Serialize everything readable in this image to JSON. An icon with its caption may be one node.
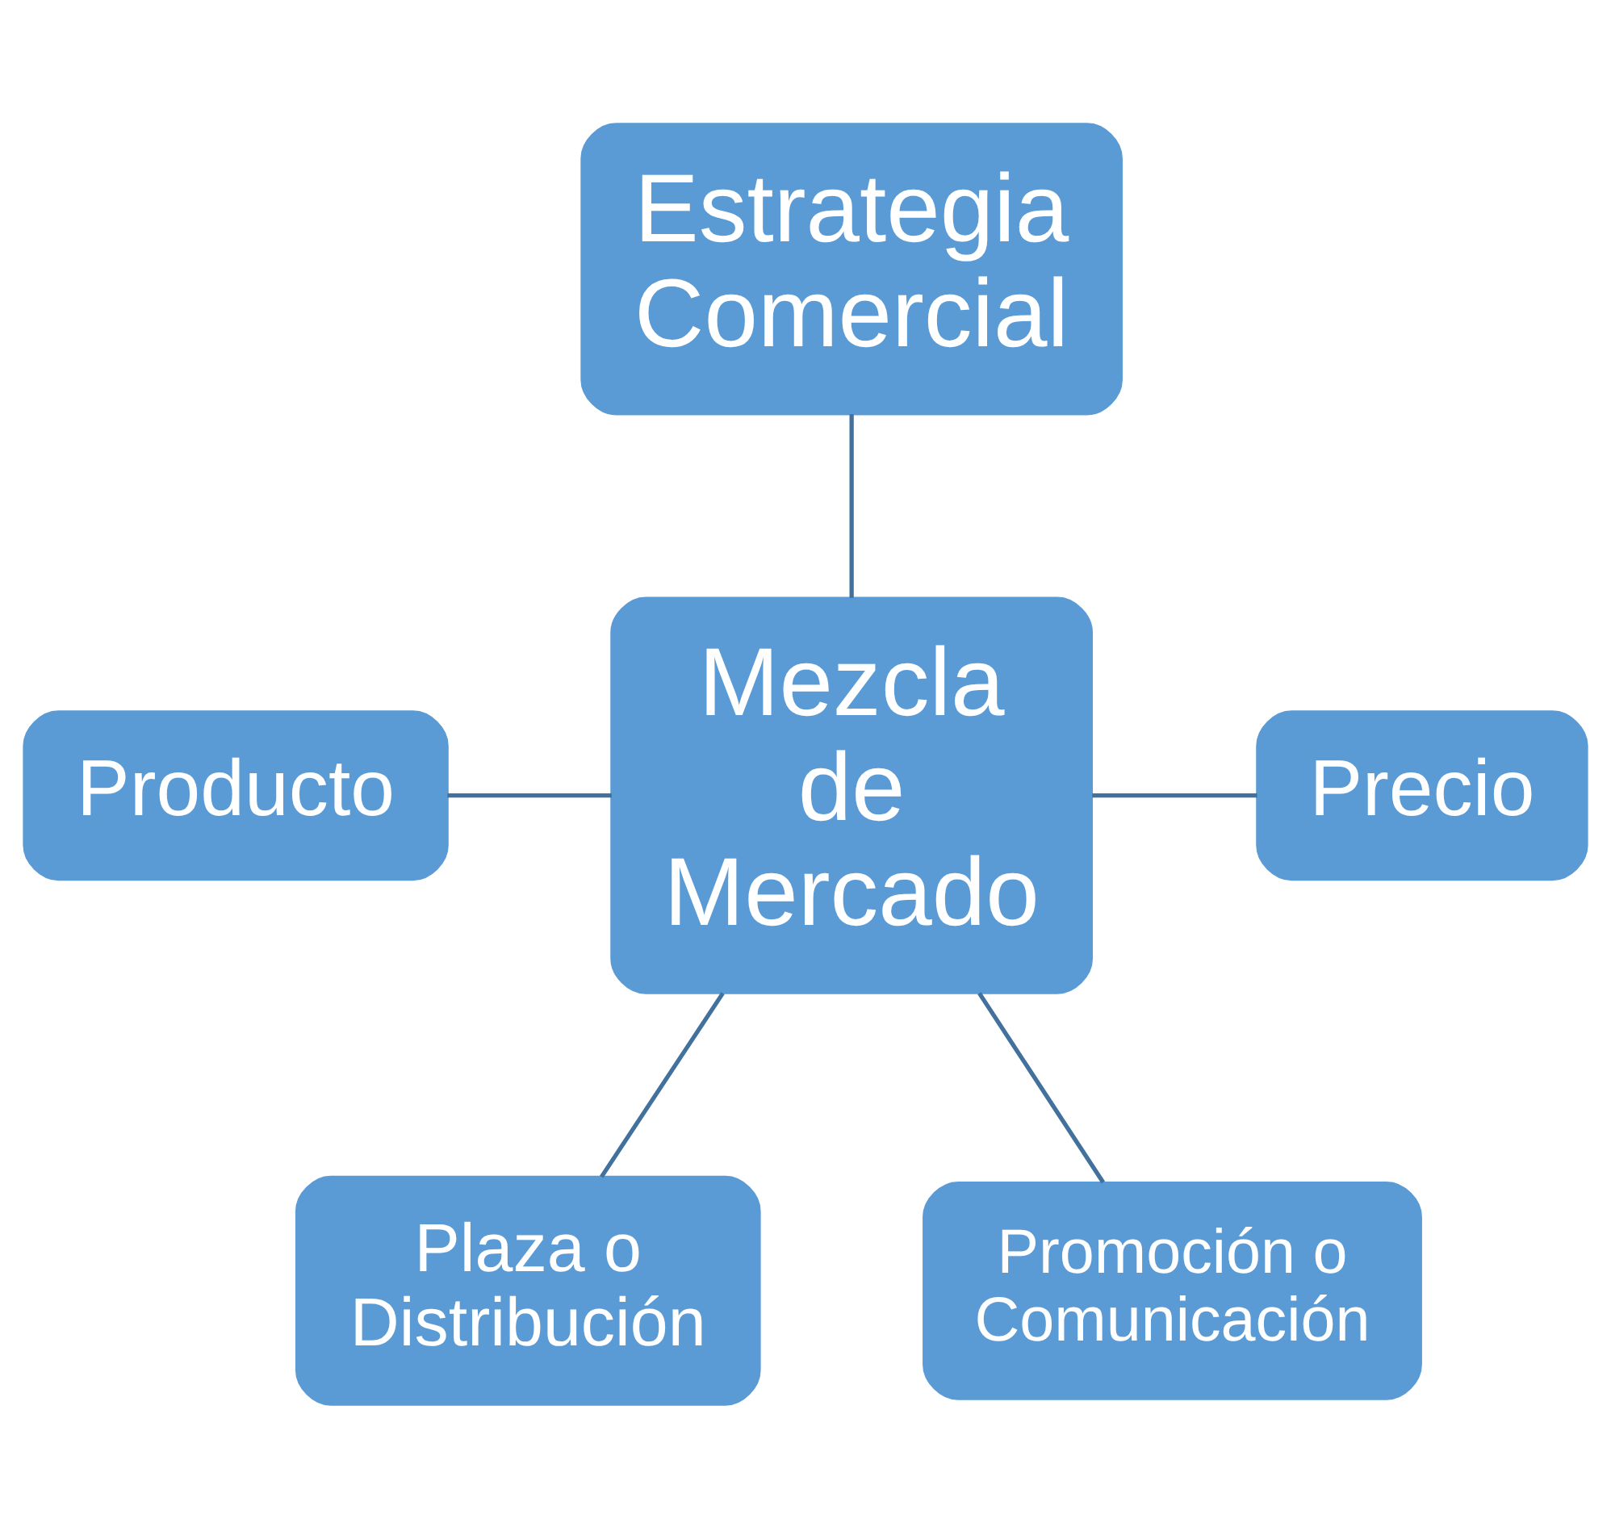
{
  "diagram": {
    "nodes": [
      {
        "text": [
          "Estrategia Comercial"
        ]
      },
      {
        "text": [
          "Producto"
        ]
      },
      {
        "text": [
          "Mezcla de Mercado"
        ]
      },
      {
        "text": [
          "Precio"
        ]
      },
      {
        "text": [
          "Plaza o Distribución"
        ]
      },
      {
        "text": [
          "Promoción o Comunicación"
        ]
      }
    ],
    "edges": [
      {
        "from": 0,
        "to": 2,
        "arrow": "none"
      },
      {
        "from": 1,
        "to": 2,
        "arrow": "none"
      },
      {
        "from": 2,
        "to": 3,
        "arrow": "none"
      },
      {
        "from": 2,
        "to": 4,
        "arrow": "none"
      },
      {
        "from": 2,
        "to": 5,
        "arrow": "none"
      }
    ]
  }
}
